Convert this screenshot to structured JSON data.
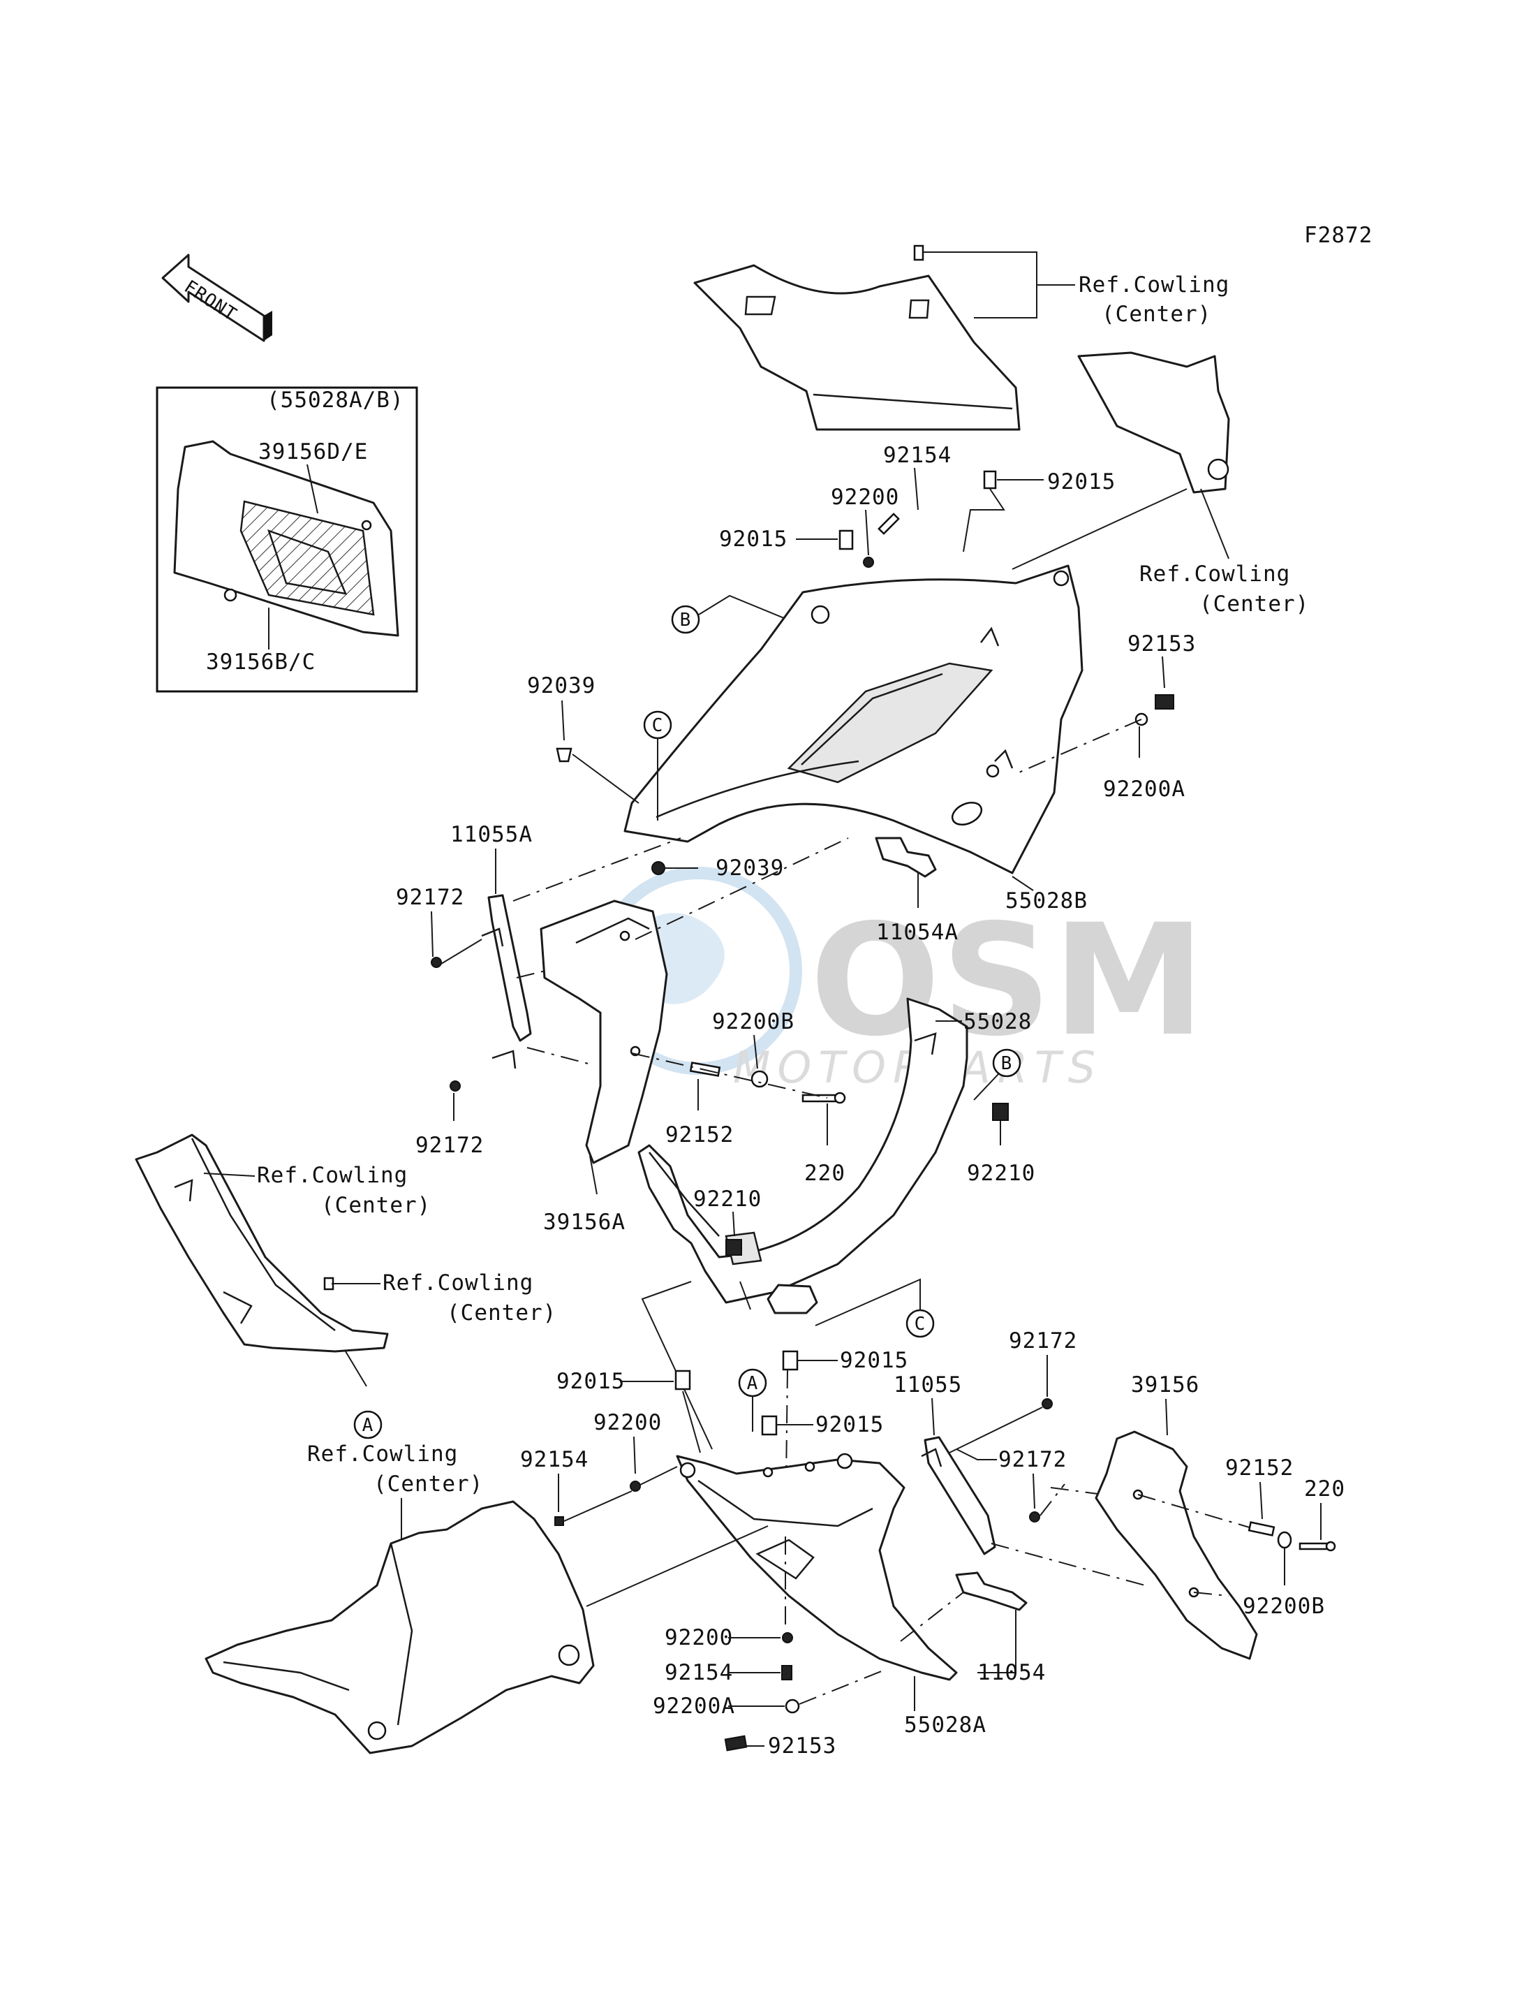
{
  "figure_code": "F2872",
  "front_label": "FRONT",
  "watermark": {
    "brand": "OSM",
    "sub": "MOTORPARTS"
  },
  "inset": {
    "title": "(55028A/B)",
    "part_top": "39156D/E",
    "part_bottom": "39156B/C"
  },
  "labels": {
    "ref_top": [
      "Ref.Cowling",
      "(Center)"
    ],
    "ref_right": [
      "Ref.Cowling",
      "(Center)"
    ],
    "ref_left_upper": [
      "Ref.Cowling",
      "(Center)"
    ],
    "ref_left_mid": [
      "Ref.Cowling",
      "(Center)"
    ],
    "ref_bottom_left": [
      "Ref.Cowling",
      "(Center)"
    ],
    "p92015_a": "92015",
    "p92154_a": "92154",
    "p92200_a": "92200",
    "p92015_b": "92015",
    "p92153_a": "92153",
    "p92039_a": "92039",
    "p92200A_a": "92200A",
    "p92039_b": "92039",
    "p11055A": "11055A",
    "p92172_a": "92172",
    "p55028B": "55028B",
    "p11054A": "11054A",
    "p92200B_a": "92200B",
    "p55028": "55028",
    "p92172_b": "92172",
    "p92152_a": "92152",
    "p220_a": "220",
    "p92210_a": "92210",
    "p39156A": "39156A",
    "p92210_b": "92210",
    "p92015_c": "92015",
    "p92172_c": "92172",
    "p92015_d": "92015",
    "p11055": "11055",
    "p39156": "39156",
    "p92200_b": "92200",
    "p92015_e": "92015",
    "p92172_d": "92172",
    "p92154_b": "92154",
    "p92152_b": "92152",
    "p220_b": "220",
    "p92200B_b": "92200B",
    "p92200_c": "92200",
    "p92154_c": "92154",
    "p11054": "11054",
    "p92200A_b": "92200A",
    "p55028A": "55028A",
    "p92153_b": "92153"
  },
  "markers": {
    "A": "A",
    "B": "B",
    "C": "C"
  }
}
